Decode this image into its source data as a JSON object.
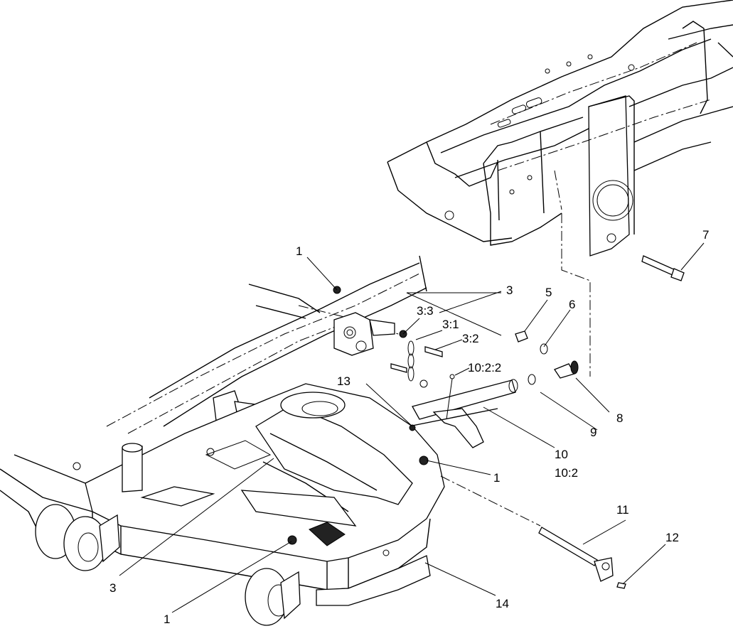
{
  "callouts": {
    "c1a": "1",
    "c1b": "1",
    "c1c": "1",
    "c3a": "3",
    "c3b": "3",
    "c3_3": "3:3",
    "c3_1": "3:1",
    "c3_2": "3:2",
    "c5": "5",
    "c6": "6",
    "c7": "7",
    "c8": "8",
    "c9": "9",
    "c10": "10",
    "c10_2": "10:2",
    "c10_2_2": "10:2:2",
    "c11": "11",
    "c12": "12",
    "c13": "13",
    "c14": "14"
  }
}
